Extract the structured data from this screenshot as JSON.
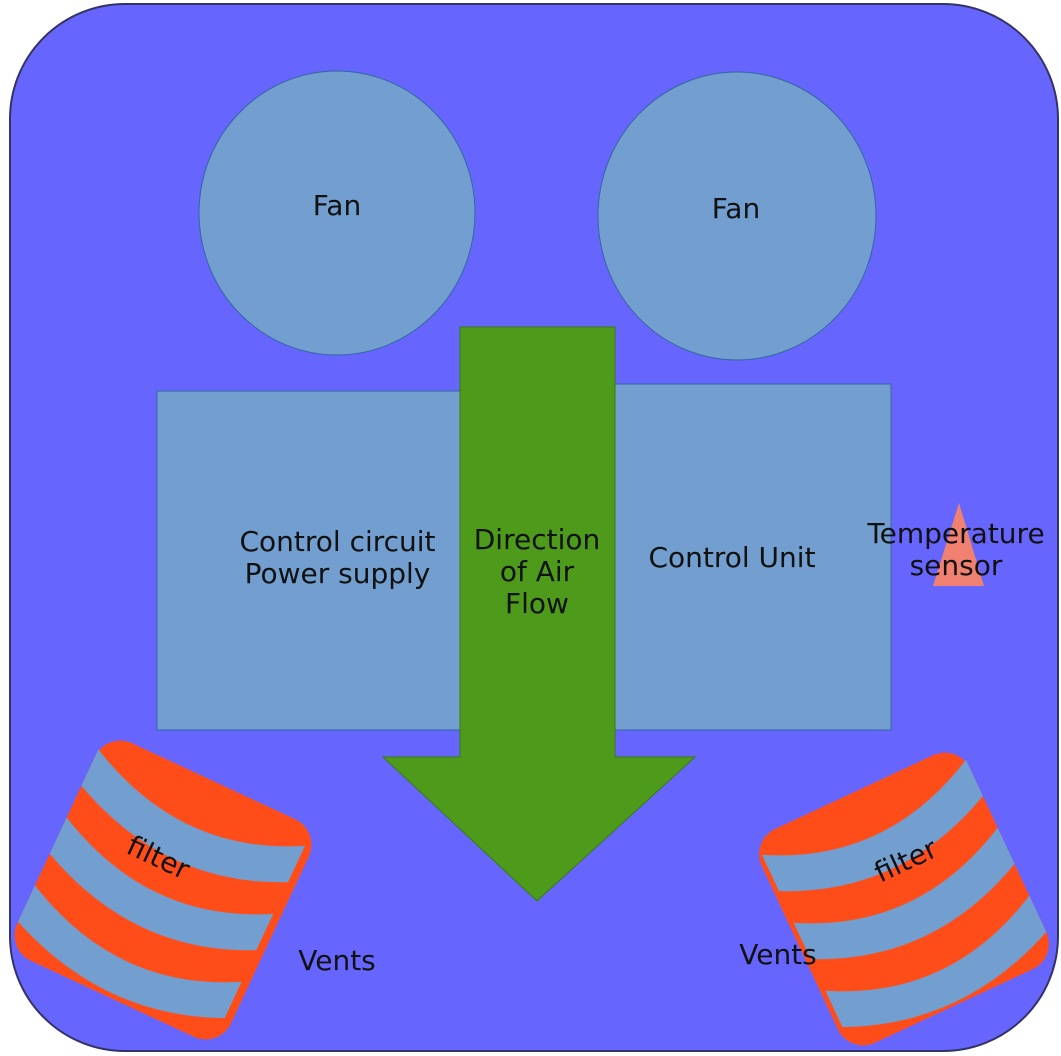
{
  "colors": {
    "enclosure": "#6666FF",
    "component": "#729FCF",
    "arrow": "#4E9A1B",
    "filter": "#FF4D1A",
    "filter_slats": "#729FCF",
    "sensor": "#F08070",
    "text": "#111111"
  },
  "fans": [
    {
      "label": "Fan"
    },
    {
      "label": "Fan"
    }
  ],
  "boxes": {
    "left": {
      "line1": "Control circuit",
      "line2": "Power supply"
    },
    "right": {
      "label": "Control Unit"
    }
  },
  "arrow": {
    "line1": "Direction",
    "line2": "of Air",
    "line3": "Flow"
  },
  "sensor": {
    "line1": "Temperature",
    "line2": "sensor",
    "icon": "triangle-sensor-icon"
  },
  "vents": [
    {
      "label": "Vents",
      "filter_label": "filter"
    },
    {
      "label": "Vents",
      "filter_label": "filter"
    }
  ]
}
